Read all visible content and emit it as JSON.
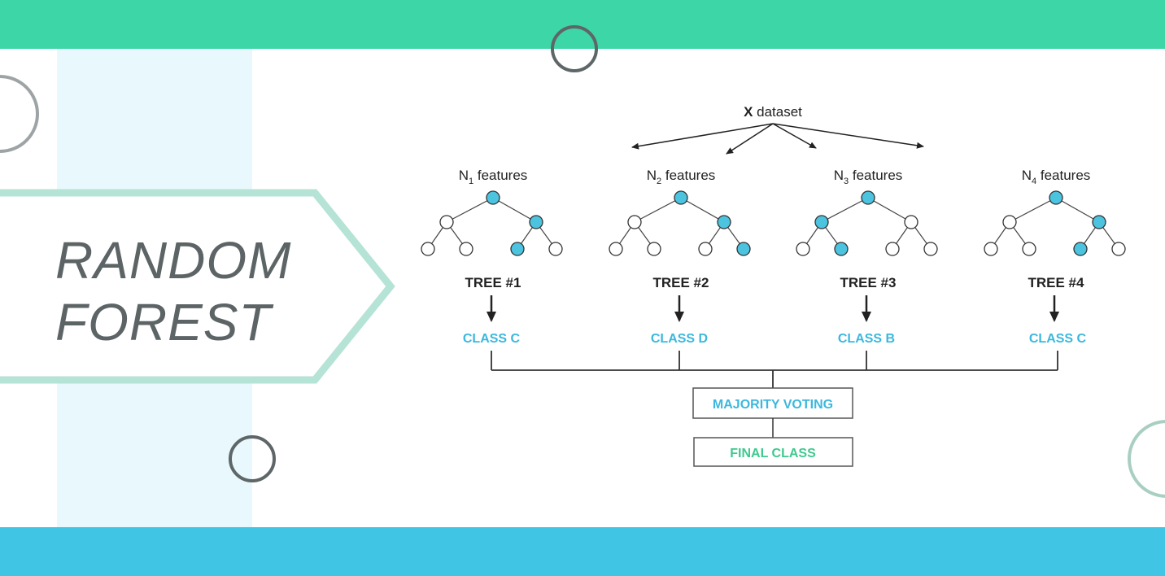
{
  "title": {
    "line1": "RANDOM",
    "line2": "FOREST"
  },
  "diagram": {
    "dataset": {
      "bold": "X",
      "rest": " dataset"
    },
    "trees": [
      {
        "n_prefix": "N",
        "n_sub": "1",
        "features": " features",
        "tree_label": "TREE #1",
        "class_label": "CLASS C",
        "filled": [
          true,
          false,
          true,
          false,
          false,
          true,
          false
        ]
      },
      {
        "n_prefix": "N",
        "n_sub": "2",
        "features": " features",
        "tree_label": "TREE #2",
        "class_label": "CLASS D",
        "filled": [
          true,
          false,
          true,
          false,
          false,
          false,
          true
        ]
      },
      {
        "n_prefix": "N",
        "n_sub": "3",
        "features": " features",
        "tree_label": "TREE #3",
        "class_label": "CLASS B",
        "filled": [
          true,
          true,
          false,
          false,
          true,
          false,
          false
        ]
      },
      {
        "n_prefix": "N",
        "n_sub": "4",
        "features": " features",
        "tree_label": "TREE #4",
        "class_label": "CLASS C",
        "filled": [
          true,
          false,
          true,
          false,
          false,
          true,
          false
        ]
      }
    ],
    "majority_voting": "MAJORITY VOTING",
    "final_class": "FINAL CLASS"
  },
  "colors": {
    "top_bar": "#3dd6a6",
    "bottom_bar": "#40c6e4",
    "class_text": "#3bb8de",
    "final_text": "#3ec98e",
    "node_fill": "#4cc3df",
    "title_text": "#5d6466"
  }
}
